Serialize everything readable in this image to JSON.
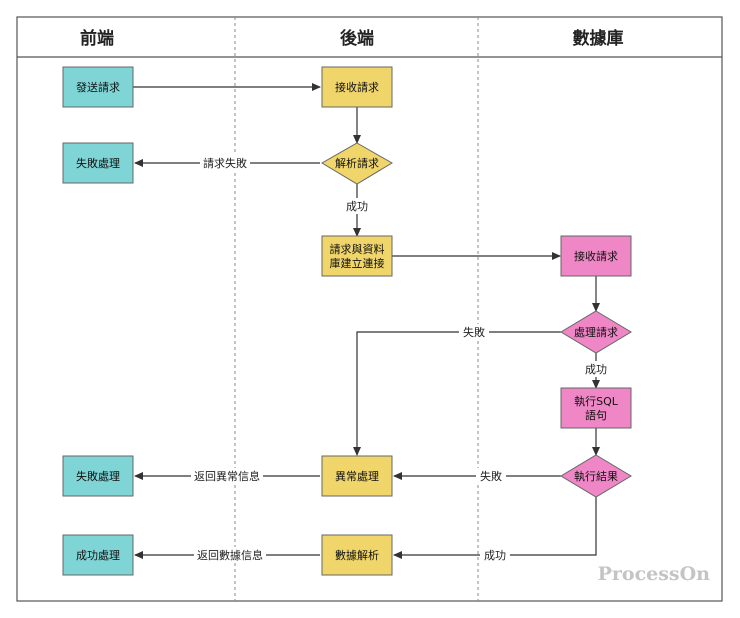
{
  "lanes": {
    "frontend": "前端",
    "backend": "後端",
    "database": "數據庫"
  },
  "nodes": {
    "send_request": "發送請求",
    "fail_handle_1": "失敗處理",
    "fail_handle_2": "失敗處理",
    "success_handle": "成功處理",
    "receive_request": "接收請求",
    "parse_request": "解析請求",
    "connect_line1": "請求與資料",
    "connect_line2": "庫建立連接",
    "exception_handle": "異常處理",
    "data_parse": "數據解析",
    "db_receive": "接收請求",
    "process_request": "處理請求",
    "exec_sql_line1": "執行SQL",
    "exec_sql_line2": "語句",
    "exec_result": "執行結果"
  },
  "edges": {
    "request_fail": "請求失敗",
    "parse_success": "成功",
    "process_fail": "失敗",
    "process_success": "成功",
    "result_fail": "失敗",
    "result_success": "成功",
    "return_exception": "返回異常信息",
    "return_data": "返回數據信息"
  },
  "brand": "ProcessOn",
  "colors": {
    "frontend_fill": "#7fd5d6",
    "backend_fill": "#f0d56a",
    "database_fill": "#ef86c6",
    "node_stroke": "#666666",
    "line": "#333333"
  }
}
